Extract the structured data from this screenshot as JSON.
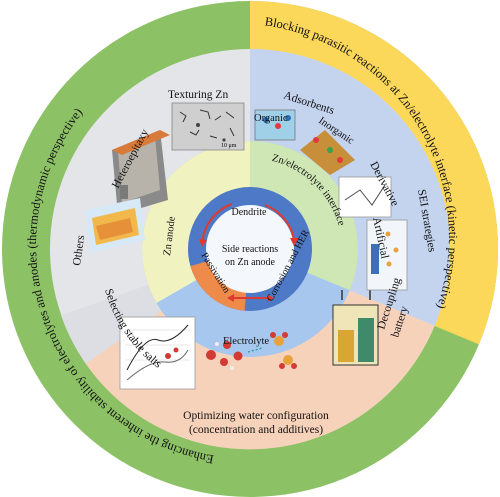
{
  "outer_ring": {
    "left_label": "Enhancing the inherent stability of electrolytes and anodes (thermodynamic perspective)",
    "right_label": "Blocking parasitic reactions at Zn/electrolyte interface (kinetic perspective)"
  },
  "middle_ring": {
    "texturing": "Texturing Zn",
    "heteroepitaxy": "Heteroepitaxy",
    "others": "Others",
    "selecting_salts": "Selecting stable salts",
    "optimizing_line1": "Optimizing water configuration",
    "optimizing_line2": "(concentration and additives)",
    "decoupling_line1": "Decoupling",
    "decoupling_line2": "battery",
    "adsorbents": "Adsorbents",
    "organic": "Organic",
    "inorganic": "Inorganic",
    "derivative": "Derivative",
    "artificial": "Artificial",
    "sei_strategies": "SEI strategies",
    "scale_bar": "10 μm"
  },
  "inner_ring": {
    "zn_anode": "Zn anode",
    "interface": "Zn/electrolyte interface",
    "electrolyte": "Electrolyte"
  },
  "core": {
    "line1": "Side reactions",
    "line2": "on Zn anode",
    "dendrite": "Dendrite",
    "passivation": "Passivation",
    "corrosion": "Corrosion and HER"
  },
  "colors": {
    "outer_green": "#8cc265",
    "outer_yellow": "#fbd75a",
    "middle_gray": "#e3e5e9",
    "middle_blue": "#c4d3ee",
    "middle_peach": "#f7d2bb",
    "inner_yellow": "#f0f2bf",
    "inner_green": "#cfe7b5",
    "inner_blue": "#a7c7ee",
    "core_blue": "#4e79c6",
    "core_orange": "#ee8a4a"
  }
}
